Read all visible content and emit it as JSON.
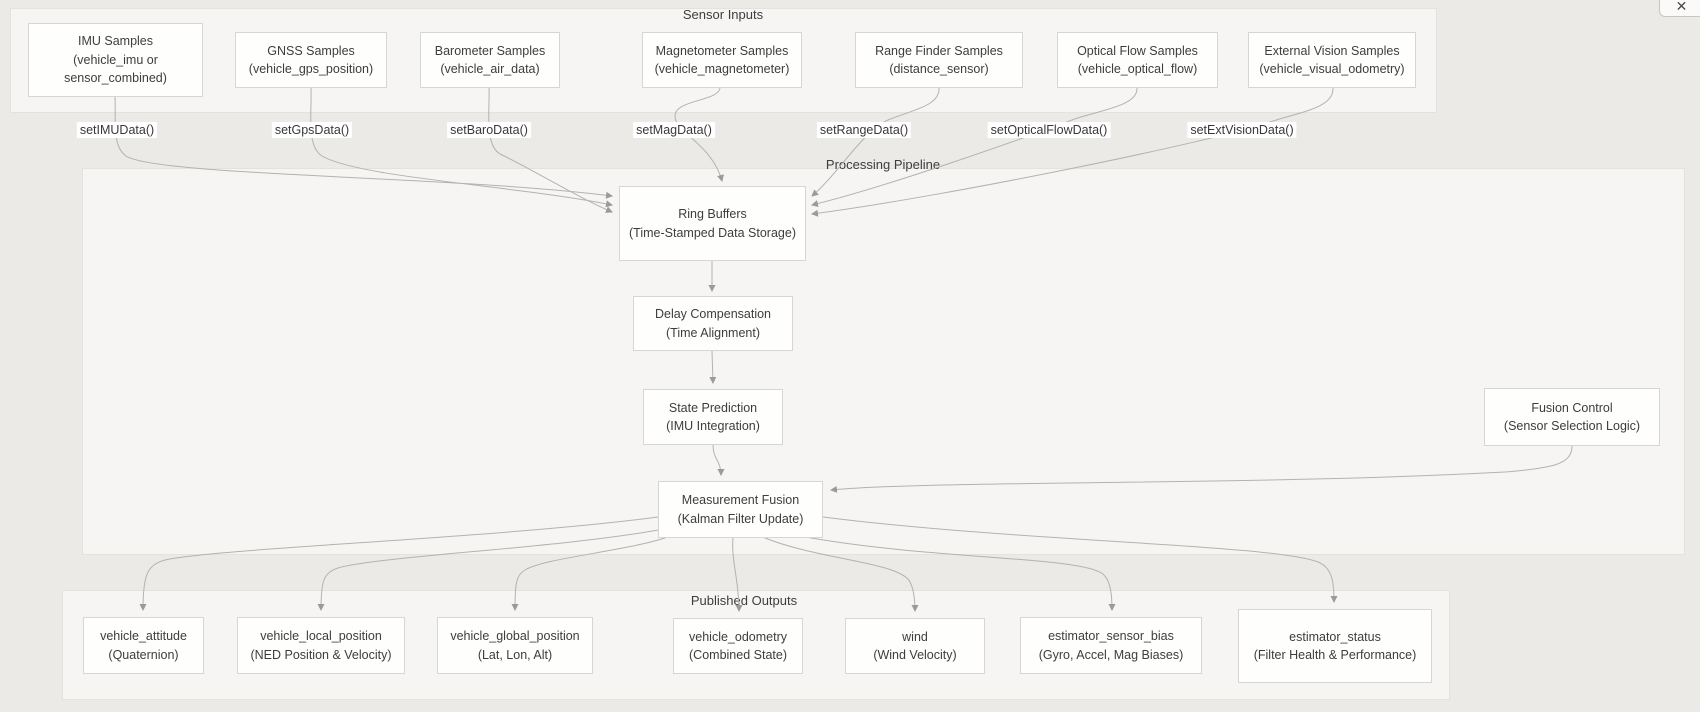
{
  "window": {
    "close_label": "✕"
  },
  "colors": {
    "page_bg": "#ECEAE7",
    "group_bg": "#F6F5F3",
    "group_border": "#E4E2DF",
    "node_bg": "#FEFEFD",
    "node_border": "#D8D6D3",
    "edge": "#B4B2AF",
    "arrowhead": "#9C9A97",
    "text": "#3D3D3D"
  },
  "groups": {
    "sensor_inputs": {
      "label": "Sensor Inputs"
    },
    "processing_pipeline": {
      "label": "Processing Pipeline"
    },
    "published_outputs": {
      "label": "Published Outputs"
    }
  },
  "sensors": [
    {
      "title": "IMU Samples",
      "subtitle": "(vehicle_imu or sensor_combined)",
      "method": "setIMUData()"
    },
    {
      "title": "GNSS Samples",
      "subtitle": "(vehicle_gps_position)",
      "method": "setGpsData()"
    },
    {
      "title": "Barometer Samples",
      "subtitle": "(vehicle_air_data)",
      "method": "setBaroData()"
    },
    {
      "title": "Magnetometer Samples",
      "subtitle": "(vehicle_magnetometer)",
      "method": "setMagData()"
    },
    {
      "title": "Range Finder Samples",
      "subtitle": "(distance_sensor)",
      "method": "setRangeData()"
    },
    {
      "title": "Optical Flow Samples",
      "subtitle": "(vehicle_optical_flow)",
      "method": "setOpticalFlowData()"
    },
    {
      "title": "External Vision Samples",
      "subtitle": "(vehicle_visual_odometry)",
      "method": "setExtVisionData()"
    }
  ],
  "pipeline": {
    "ring_buffers": {
      "title": "Ring Buffers",
      "subtitle": "(Time-Stamped Data Storage)"
    },
    "delay_compensation": {
      "title": "Delay Compensation",
      "subtitle": "(Time Alignment)"
    },
    "state_prediction": {
      "title": "State Prediction",
      "subtitle": "(IMU Integration)"
    },
    "measurement_fusion": {
      "title": "Measurement Fusion",
      "subtitle": "(Kalman Filter Update)"
    },
    "fusion_control": {
      "title": "Fusion Control",
      "subtitle": "(Sensor Selection Logic)"
    }
  },
  "outputs": [
    {
      "title": "vehicle_attitude",
      "subtitle": "(Quaternion)"
    },
    {
      "title": "vehicle_local_position",
      "subtitle": "(NED Position & Velocity)"
    },
    {
      "title": "vehicle_global_position",
      "subtitle": "(Lat, Lon, Alt)"
    },
    {
      "title": "vehicle_odometry",
      "subtitle": "(Combined State)"
    },
    {
      "title": "wind",
      "subtitle": "(Wind Velocity)"
    },
    {
      "title": "estimator_sensor_bias",
      "subtitle": "(Gyro, Accel, Mag Biases)"
    },
    {
      "title": "estimator_status",
      "subtitle": "(Filter Health & Performance)"
    }
  ]
}
